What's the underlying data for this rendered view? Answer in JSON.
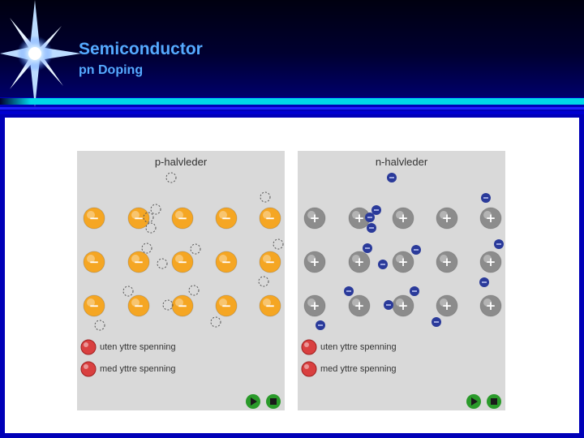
{
  "slide": {
    "title": "Semiconductor",
    "subtitle": "pn Doping"
  },
  "p_panel": {
    "title": "p-halvleder",
    "legend_off": "uten yttre spenning",
    "legend_on": "med yttre spenning",
    "ion_symbol": "−",
    "ion_color": "#f5a623"
  },
  "n_panel": {
    "title": "n-halvleder",
    "legend_off": "uten yttre spenning",
    "legend_on": "med yttre spenning",
    "ion_symbol": "+",
    "ion_color": "#8c8c8c",
    "electron_color": "#2a3a9a"
  },
  "controls": {
    "play_icon": "play-icon",
    "stop_icon": "stop-icon"
  }
}
